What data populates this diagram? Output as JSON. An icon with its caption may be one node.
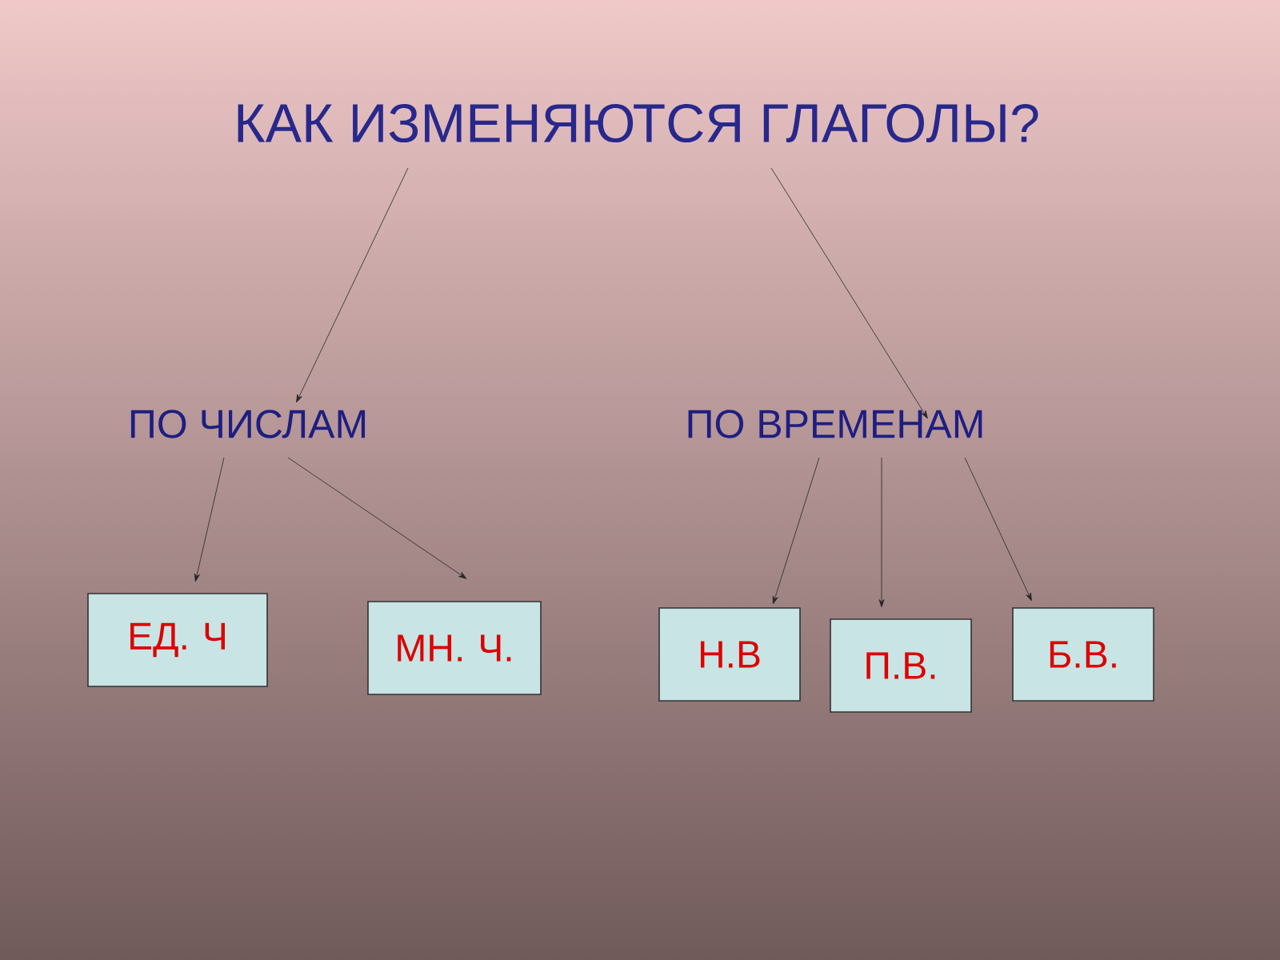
{
  "diagram": {
    "nodes": [
      {
        "text": [
          "КАК ИЗМЕНЯЮТСЯ ГЛАГОЛЫ?"
        ]
      },
      {
        "text": [
          "ПО ЧИСЛАМ"
        ]
      },
      {
        "text": [
          "ПО ВРЕМЕНАМ"
        ]
      },
      {
        "text": [
          "ЕД. Ч"
        ]
      },
      {
        "text": [
          "МН. Ч."
        ]
      },
      {
        "text": [
          "Н.В"
        ]
      },
      {
        "text": [
          "П.В."
        ]
      },
      {
        "text": [
          "Б.В."
        ]
      }
    ],
    "edges": [
      {
        "from": 0,
        "to": 1,
        "arrow": "to"
      },
      {
        "from": 0,
        "to": 2,
        "arrow": "to"
      },
      {
        "from": 1,
        "to": 3,
        "arrow": "to"
      },
      {
        "from": 1,
        "to": 4,
        "arrow": "to"
      },
      {
        "from": 2,
        "to": 5,
        "arrow": "to"
      },
      {
        "from": 2,
        "to": 6,
        "arrow": "to"
      },
      {
        "from": 2,
        "to": 7,
        "arrow": "to"
      }
    ]
  }
}
